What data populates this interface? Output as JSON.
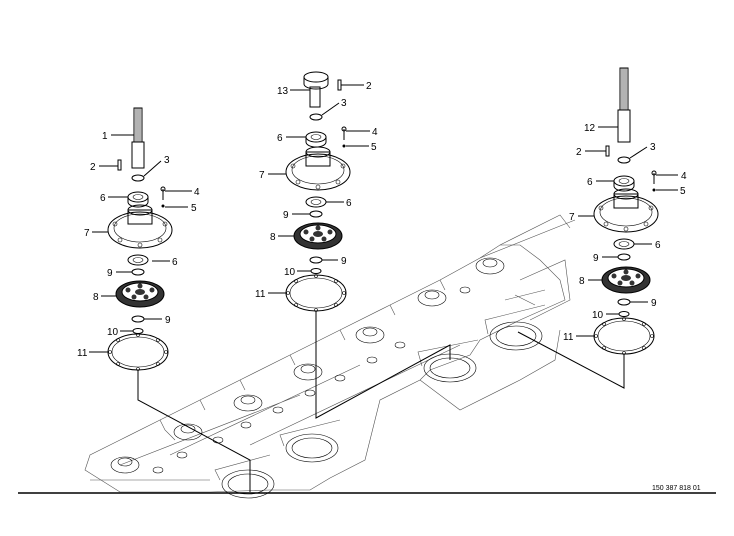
{
  "reference_number": "150 387 818 01",
  "callouts": {
    "left": [
      {
        "id": "c-l-1",
        "text": "1"
      },
      {
        "id": "c-l-2",
        "text": "2"
      },
      {
        "id": "c-l-3",
        "text": "3"
      },
      {
        "id": "c-l-4",
        "text": "4"
      },
      {
        "id": "c-l-5",
        "text": "5"
      },
      {
        "id": "c-l-6a",
        "text": "6"
      },
      {
        "id": "c-l-6b",
        "text": "6"
      },
      {
        "id": "c-l-7",
        "text": "7"
      },
      {
        "id": "c-l-8",
        "text": "8"
      },
      {
        "id": "c-l-9a",
        "text": "9"
      },
      {
        "id": "c-l-9b",
        "text": "9"
      },
      {
        "id": "c-l-10",
        "text": "10"
      },
      {
        "id": "c-l-11",
        "text": "11"
      }
    ],
    "middle": [
      {
        "id": "c-m-13",
        "text": "13"
      },
      {
        "id": "c-m-2",
        "text": "2"
      },
      {
        "id": "c-m-3",
        "text": "3"
      },
      {
        "id": "c-m-4",
        "text": "4"
      },
      {
        "id": "c-m-5",
        "text": "5"
      },
      {
        "id": "c-m-6a",
        "text": "6"
      },
      {
        "id": "c-m-6b",
        "text": "6"
      },
      {
        "id": "c-m-7",
        "text": "7"
      },
      {
        "id": "c-m-8",
        "text": "8"
      },
      {
        "id": "c-m-9a",
        "text": "9"
      },
      {
        "id": "c-m-9b",
        "text": "9"
      },
      {
        "id": "c-m-10",
        "text": "10"
      },
      {
        "id": "c-m-11",
        "text": "11"
      }
    ],
    "right": [
      {
        "id": "c-r-12",
        "text": "12"
      },
      {
        "id": "c-r-2",
        "text": "2"
      },
      {
        "id": "c-r-3",
        "text": "3"
      },
      {
        "id": "c-r-4",
        "text": "4"
      },
      {
        "id": "c-r-5",
        "text": "5"
      },
      {
        "id": "c-r-6a",
        "text": "6"
      },
      {
        "id": "c-r-6b",
        "text": "6"
      },
      {
        "id": "c-r-7",
        "text": "7"
      },
      {
        "id": "c-r-8",
        "text": "8"
      },
      {
        "id": "c-r-9a",
        "text": "9"
      },
      {
        "id": "c-r-9b",
        "text": "9"
      },
      {
        "id": "c-r-10",
        "text": "10"
      },
      {
        "id": "c-r-11",
        "text": "11"
      }
    ]
  }
}
